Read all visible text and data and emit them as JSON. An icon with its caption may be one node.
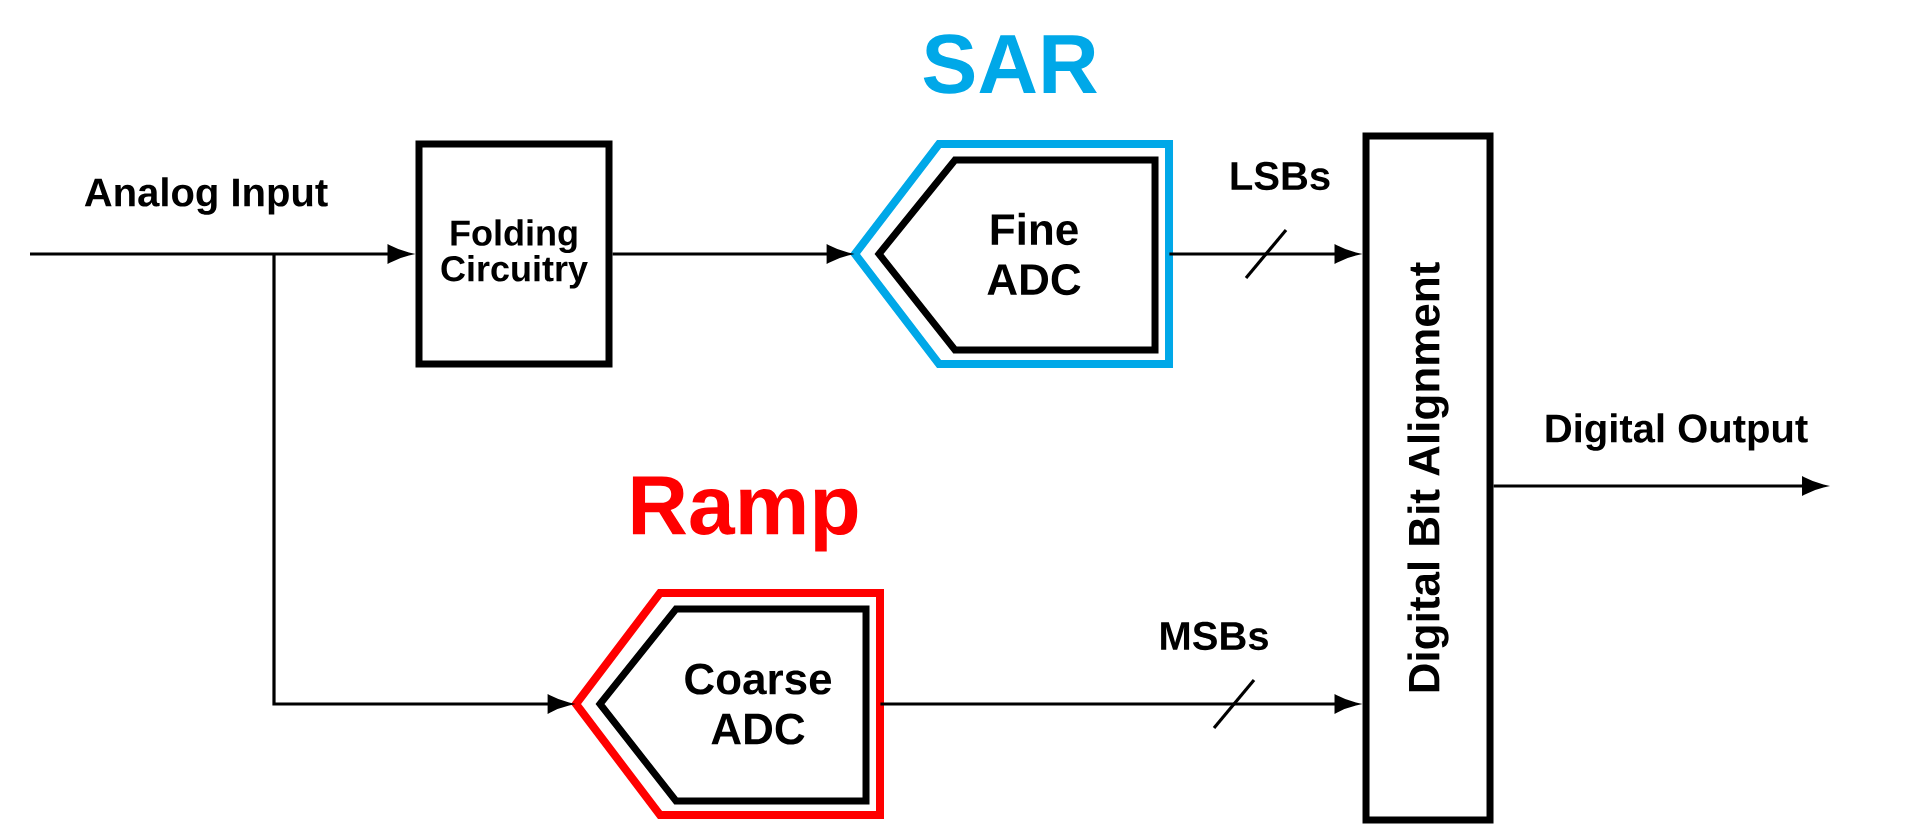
{
  "diagram": {
    "nodes": [
      {
        "text": [
          "Folding Circuitry"
        ]
      },
      {
        "text": [
          "Fine ADC"
        ],
        "beside": [
          "SAR"
        ]
      },
      {
        "text": [
          "Coarse ADC"
        ],
        "beside": [
          "Ramp"
        ]
      },
      {
        "text": [
          "Digital Bit Alignment"
        ]
      }
    ],
    "edges": [
      {
        "from": null,
        "to": 0,
        "arrow": "to",
        "label": "Analog Input"
      },
      {
        "from": 0,
        "to": 1,
        "arrow": "to"
      },
      {
        "from": 1,
        "to": 3,
        "arrow": "to",
        "label": "LSBs"
      },
      {
        "from": null,
        "to": 2,
        "arrow": "to"
      },
      {
        "from": 2,
        "to": 3,
        "arrow": "to",
        "label": "MSBs"
      },
      {
        "from": 3,
        "to": null,
        "arrow": "to",
        "label": "Digital Output"
      }
    ]
  }
}
